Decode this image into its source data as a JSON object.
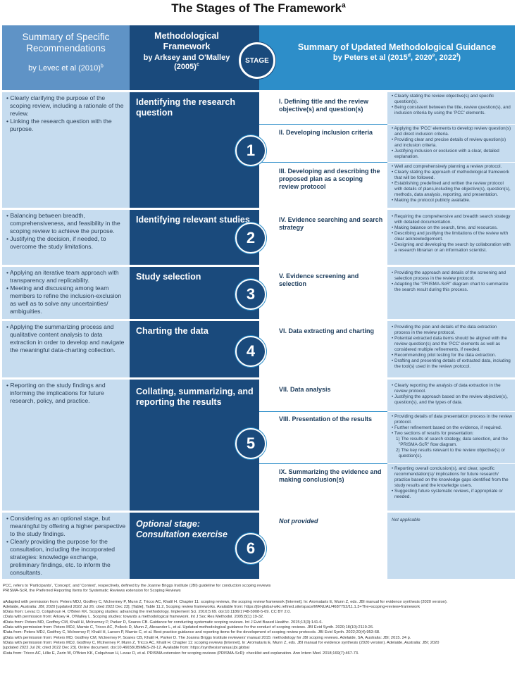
{
  "title": "The Stages of The Framework",
  "title_sup": "a",
  "headers": {
    "left_title": "Summary of Specific Recommendations",
    "left_sub": "by Levec et al (2010)",
    "left_sub_sup": "b",
    "mid_title": "Methodological Framework",
    "mid_sub": "by Arksey and O'Malley (2005)",
    "mid_sub_sup": "c",
    "stage_badge": "STAGE",
    "right_title": "Summary of Updated Methodological Guidance",
    "right_sub_a": "by Peters et al (2015",
    "right_sup_d": "d",
    "right_sub_b": ", 2020",
    "right_sup_e": "e",
    "right_sub_c": ", 2022",
    "right_sup_f": "f",
    "right_sub_d": ")"
  },
  "stages": [
    {
      "number": "1",
      "name": "Identifying the research question",
      "recommendations": [
        "• Clearly clarifying the purpose of the scoping review, including a rationale of the review.",
        "• Linking the research question with the purpose."
      ],
      "guidance": [
        {
          "heading": "I. Defining title and the review objective(s) and question(s)",
          "bullets": [
            "• Clearly stating the review objective(s) and specific question(s).",
            "• Being consistent between the title, review question(s), and inclusion criteria by using the 'PCC' elements."
          ]
        },
        {
          "heading": "II. Developing inclusion criteria",
          "bullets": [
            "• Applying the 'PCC' elements to develop review question(s) and direct inclusion criteria.",
            "• Providing clear and precise details of review question(s) and inclusion criteria.",
            "• Justifying inclusion or exclusion with a clear, detailed explanation."
          ]
        },
        {
          "heading": "III. Developing and describing the proposed plan as a scoping review protocol",
          "bullets": [
            "• Well and comprehensively planning a review protocol.",
            "• Clearly stating the approach of methodological framework that will be followed.",
            "• Establishing predefined and written the review protocol with details of plans,including the objective(s), question(s), methods, data analysis, reporting, and presentation.",
            "• Making the protocol publicly available."
          ]
        }
      ]
    },
    {
      "number": "2",
      "name": "Identifying relevant studies",
      "recommendations": [
        "• Balancing between breadth, comprehensiveness, and feasibility in the scoping review to achieve the purpose.",
        "• Justifying the decision, if needed, to overcome the study limitations."
      ],
      "guidance": [
        {
          "heading": "IV. Evidence searching and search strategy",
          "bullets": [
            "• Requiring the comprehensive and breadth search strategy with detailed documentation.",
            "• Making balance on the search, time, and resources.",
            "• Describing and justifying the limitations of the review with clear acknowledgement.",
            "• Designing and developing the search by collaboration with a research librarian or an information scientist."
          ]
        }
      ]
    },
    {
      "number": "3",
      "name": "Study selection",
      "recommendations": [
        "• Applying an iterative team approach with transparency and replicability.",
        "• Meeting and discussing among team members to refine the inclusion-exclusion as well as to solve any uncertainties/ ambiguities."
      ],
      "guidance": [
        {
          "heading": "V. Evidence screening and selection",
          "bullets": [
            "• Providing the approach and details of the screening and selection process in the review protocol.",
            "• Adapting the \"PRISMA-ScR\" diagram chart to summarize the search result during this process."
          ]
        }
      ]
    },
    {
      "number": "4",
      "name": "Charting the data",
      "recommendations": [
        "• Applying the summarizing process and qualitative content analysis to data extraction in order to develop and navigate the meaningful data-charting collection."
      ],
      "guidance": [
        {
          "heading": "VI. Data extracting and charting",
          "bullets": [
            "• Providing the plan and details of the data extraction process in the review protocol.",
            "• Potential extracted data items should be aligned with the review question(s) and the 'PCC' elements as well as considered multiple refinements, if needed.",
            "• Recommending pilot testing for the data extraction.",
            "• Drafting and presenting details of extracted data, including the tool(s) used in the review protocol."
          ]
        }
      ]
    },
    {
      "number": "5",
      "name": "Collating, summarizing, and reporting the results",
      "recommendations": [
        "• Reporting on the study findings and informing the implications for future research, policy, and practice."
      ],
      "guidance": [
        {
          "heading": "VII. Data analysis",
          "bullets": [
            "• Clearly reporting the analysis of data extraction in the review protocol.",
            "• Justifying the approach based on the review objective(s), question(s), and the types of data."
          ]
        },
        {
          "heading": "VIII. Presentation of the results",
          "bullets": [
            "• Providing details of data presentation process in the review protocol.",
            "• Further refinement based on the evidence, if required.",
            "• Two sections of results for presentation:",
            "1) The results of search strategy, data selection, and the \"PRISMA-ScR\" flow diagram.",
            "2) The key results relevant to the review objective(s) or question(s)."
          ]
        },
        {
          "heading": "IX. Summarizing the evidence and making conclusion(s)",
          "bullets": [
            "• Reporting overall conclusion(s), and clear, specific recommendation(s)/ implications for future research/ practice based on the knowledge gaps identified from the study results and the knowledge users.",
            "• Suggesting future systematic reviews, if appropriate or needed."
          ]
        }
      ]
    },
    {
      "number": "6",
      "name": "Optional stage: Consultation exercise",
      "recommendations": [
        "• Considering as an optional stage, but meaningful by offering a higher perspective to the study findings.",
        "• Clearly providing the purpose for the consultation, including the incorporated strategies: knowledge exchange, preliminary findings, etc. to inform the consultants."
      ],
      "guidance": [
        {
          "heading": "Not provided",
          "bullets": [
            "Not applicable"
          ]
        }
      ]
    }
  ],
  "footnotes": {
    "pcc": "PCC, refers to 'Participants', 'Concept', and 'Context', respectively, defined by the Joanne Briggs Institute (JBI) guideline for conduction scoping reviews",
    "prisma": "PRISMA-ScR, the Preferred Reporting Items for Systematic Reviews extension for Scoping Reviews",
    "refs": [
      "aAdapted with permission from: Peters MDJ, Godfrey C, McInerney P, Munn Z, Tricco AC, Khalil H. Chapter 11: scoping reviews, the scoping review framework [Internet]. In: Aromataris E, Munn Z, eds. JBI manual for evidence synthesis (2020 version).",
      "Adelaide, Australia: JBI; 2020 [updated 2022 Jul 26; cited 2022 Dec 23]. [Table], Table 11.2, Scoping review frameworks. Available from: https://jbi-global-wiki.refined.site/space/MANUAL/4687752/11.1.3+The+scoping+review+framework",
      "bData from: Levac D, Colquhoun H, O'Brien KK. Scoping studies: advancing the methodology. Implement Sci. 2010;5:69. doi:10.1186/1748-5908-5-69. CC BY 2.0.",
      "cData with permission from: Arksey H, O'Malley L. Scoping studies: towards a methodological framework. Int J Soc Res Methodol. 2005;8(1):19-32.",
      "dData from:  Peters MD, Godfrey CM, Khalil H, McInerney P, Parker D, Soares CB. Guidance for conducting systematic scoping reviews. Int J Evid Based Healthc. 2015;13(3):141-6.",
      "eData with permission from: Peters MDJ, Marnie C, Tricco AC, Pollock D, Munn Z, Alexander L, et al. Updated methodological guidance for the conduct of scoping reviews. JBI Evid Synth. 2020;18(10):2119-26.",
      "fData from: Peters MDJ, Godfrey C, McInerney P, Khalil H, Larsen P, Marnie C, et al. Best practice guidance and reporting items for the development of scoping review protocols. JBI Evid Synth. 2022;20(4):953-68.",
      "gData with permission from: Peters MD, Godfrey CM, McInerney P, Soares CB, Khalil H, Parker D. The Joanna Briggs Institute reviewers' manual 2015: methodology for JBI scoping reviews. Adelaide, SA, Australia: JBI; 2015. 24 p.",
      "hData with permission from: Peters MDJ, Godfrey C, McInerney P, Munn Z, Tricco AC, Khalil H. Chapter 11: scoping reviews [Internet]. In: Aromataris E, Munn Z, eds. JBI manual for evidence synthesis (2020 version). Adelaide, Australia: JBI; 2020",
      "[updated 2022 Jul 26; cited 2022 Dec 23]. Online document. doi:10.46658/JBIMES-20-12. Available from: https://synthesismanual.jbi.global",
      "iData from: Tricco AC, Lillie E, Zarin W, O'Brien KK, Colquhoun H, Levac D, et al. PRISMA extension for scoping reviews (PRISMA-ScR): checklist and explanation. Ann Intern Med. 2018;169(7):467-73."
    ]
  }
}
